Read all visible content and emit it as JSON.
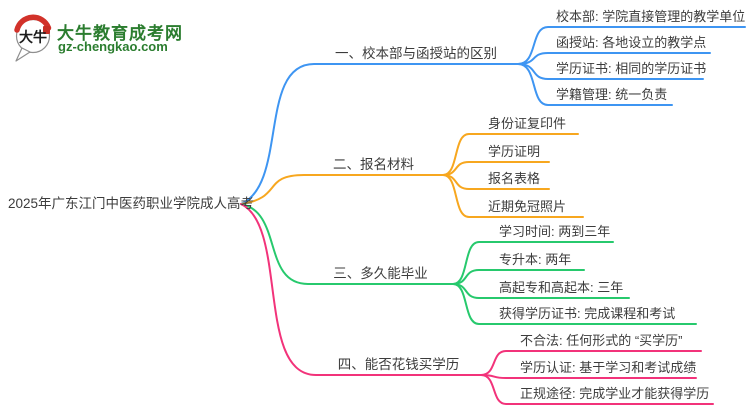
{
  "page": {
    "background": "#ffffff",
    "text_color": "#3c3c3c"
  },
  "logo": {
    "title": "大牛教育成考网",
    "domain": "gz-chengkao.com",
    "icon_text": "大牛",
    "green": "#2b7d2f",
    "red": "#d2322a"
  },
  "mindmap": {
    "root": {
      "label": "2025年广东江门中医药职业学院成人高考"
    },
    "branches": [
      {
        "label": "一、校本部与函授站的区别",
        "color": "#3e95f2",
        "children": [
          "校本部: 学院直接管理的教学单位",
          "函授站: 各地设立的教学点",
          "学历证书: 相同的学历证书",
          "学籍管理: 统一负责"
        ]
      },
      {
        "label": "二、报名材料",
        "color": "#f7a71f",
        "children": [
          "身份证复印件",
          "学历证明",
          "报名表格",
          "近期免冠照片"
        ]
      },
      {
        "label": "三、多久能毕业",
        "color": "#27c96d",
        "children": [
          "学习时间: 两到三年",
          "专升本: 两年",
          "高起专和高起本: 三年",
          "获得学历证书: 完成课程和考试"
        ]
      },
      {
        "label": "四、能否花钱买学历",
        "color": "#f2337a",
        "children": [
          "不合法: 任何形式的 “买学历”",
          "学历认证: 基于学习和考试成绩",
          "正规途径: 完成学业才能获得学历"
        ]
      }
    ]
  }
}
